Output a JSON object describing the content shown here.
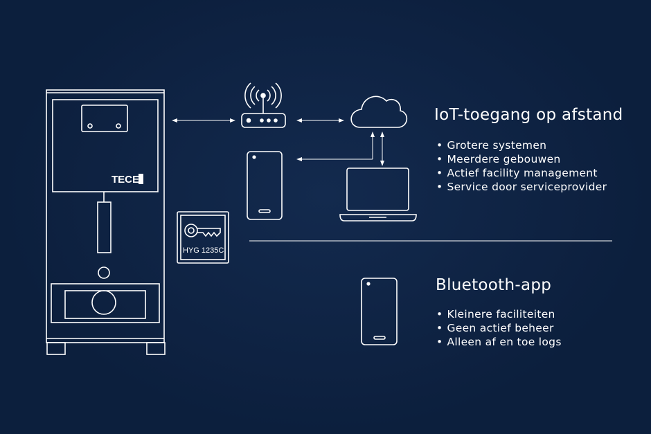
{
  "brand": {
    "logo_text": "TECE"
  },
  "access_card": {
    "code": "HYG 1235C"
  },
  "remote": {
    "title": "IoT-toegang op afstand",
    "items": [
      "Grotere systemen",
      "Meerdere gebouwen",
      "Actief facility management",
      "Service door serviceprovider"
    ]
  },
  "bluetooth": {
    "title": "Bluetooth-app",
    "items": [
      "Kleinere faciliteiten",
      "Geen actief beheer",
      "Alleen af en toe logs"
    ]
  },
  "colors": {
    "background": "#0c1f3d",
    "line": "#ffffff"
  }
}
